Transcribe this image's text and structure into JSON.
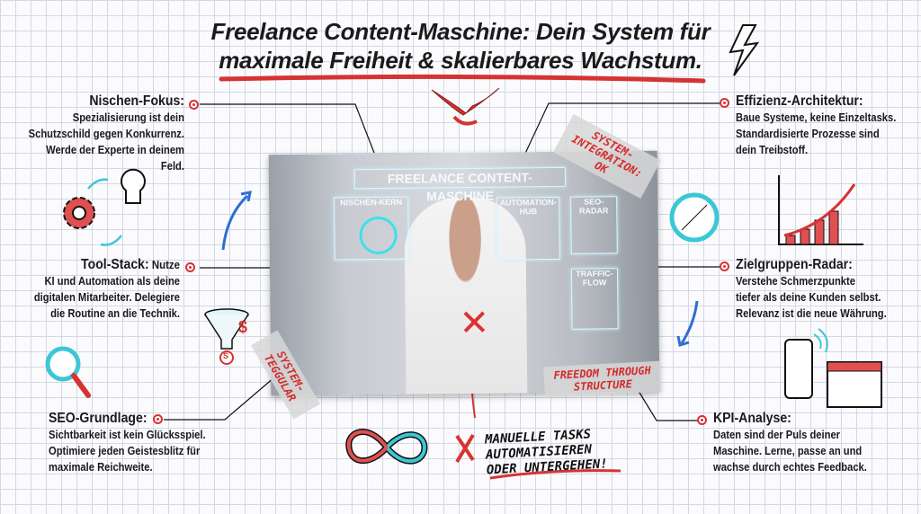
{
  "title": {
    "line1": "Freelance Content-Maschine: Dein System für",
    "line2": "maximale Freiheit & skalierbares Wachstum."
  },
  "photo": {
    "header": "FREELANCE CONTENT-MASCHINE",
    "boxes": [
      "NISCHEN-KERN",
      "AUTOMATION-HUB",
      "SEO-RADAR",
      "TRAFFIC-FLOW"
    ],
    "tapes": {
      "top_right": "SYSTEM-INTEGRATION: OK",
      "bottom_left": "SYSTEM-TEGGULAR",
      "bottom_right": "FREEDOM THROUGH STRUCTURE"
    }
  },
  "left": [
    {
      "title": "Nischen-Fokus:",
      "lines": [
        "Spezialisierung ist dein",
        "Schutzschild gegen Konkurrenz.",
        "Werde der Experte in deinem Feld."
      ]
    },
    {
      "title": "Tool-Stack:",
      "title_suffix": " Nutze",
      "lines": [
        "KI und Automation als deine",
        "digitalen Mitarbeiter. Delegiere",
        "die Routine an die Technik."
      ]
    },
    {
      "title": "SEO-Grundlage:",
      "lines": [
        "Sichtbarkeit ist kein Glücksspiel.",
        "Optimiere jeden Geistesblitz für",
        "maximale Reichweite."
      ]
    }
  ],
  "right": [
    {
      "title": "Effizienz-Architektur:",
      "lines": [
        "Baue Systeme, keine Einzeltasks.",
        "Standardisierte Prozesse sind",
        "dein Treibstoff."
      ]
    },
    {
      "title": "Zielgruppen-Radar:",
      "lines": [
        "Verstehe Schmerzpunkte",
        "tiefer als deine Kunden selbst.",
        "Relevanz ist die neue Währung."
      ]
    },
    {
      "title": "KPI-Analyse:",
      "lines": [
        "Daten sind der Puls deiner",
        "Maschine. Lerne, passe an und",
        "wachse durch echtes Feedback."
      ]
    }
  ],
  "callout": {
    "lines": [
      "MANUELLE TASKS",
      "AUTOMATISIEREN",
      "ODER UNTERGEHEN!"
    ]
  },
  "funnel_symbol": "$",
  "coin_symbol": "S",
  "colors": {
    "accent_red": "#d63333",
    "accent_cyan": "#3cc7d6",
    "arrow_blue": "#2f6fd0"
  }
}
